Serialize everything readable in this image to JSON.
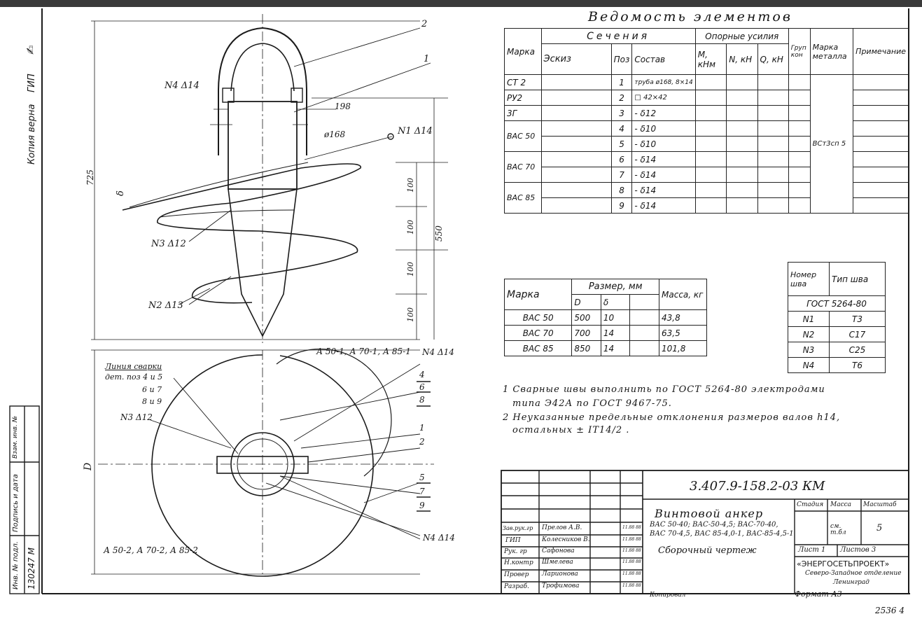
{
  "elements_table": {
    "title": "Ведомость элементов",
    "headers": {
      "mark": "Марка",
      "sections": "Сечения",
      "sketch": "Эскиз",
      "pos": "Поз",
      "composition": "Состав",
      "support_forces": "Опорные усилия",
      "m": "М, кНм",
      "n": "N, кН",
      "q": "Q, кН",
      "group": "Груп",
      "group2": "кон",
      "metal_grade": "Марка металла",
      "note": "Примечание"
    },
    "rows": [
      {
        "mark": "СТ 2",
        "pos": "1",
        "composition": "труба ø168, 8×14"
      },
      {
        "mark": "РУ2",
        "pos": "2",
        "composition": "□ 42×42"
      },
      {
        "mark": "3Г",
        "pos": "3",
        "composition": "- δ12"
      },
      {
        "mark": "ВАС 50",
        "pos": "4",
        "composition": "- δ10"
      },
      {
        "mark": "",
        "pos": "5",
        "composition": "- δ10"
      },
      {
        "mark": "ВАС 70",
        "pos": "6",
        "composition": "- δ14"
      },
      {
        "mark": "",
        "pos": "7",
        "composition": "- δ14"
      },
      {
        "mark": "ВАС 85",
        "pos": "8",
        "composition": "- δ14"
      },
      {
        "mark": "",
        "pos": "9",
        "composition": "- δ14"
      }
    ],
    "metal_grade_value": "ВСт3сп 5"
  },
  "size_table": {
    "headers": {
      "mark": "Марка",
      "size": "Размер, мм",
      "d": "D",
      "delta": "δ",
      "mass": "Масса, кг"
    },
    "rows": [
      {
        "mark": "ВАС 50",
        "d": "500",
        "delta": "10",
        "mass": "43,8"
      },
      {
        "mark": "ВАС 70",
        "d": "700",
        "delta": "14",
        "mass": "63,5"
      },
      {
        "mark": "ВАС 85",
        "d": "850",
        "delta": "14",
        "mass": "101,8"
      }
    ]
  },
  "weld_table": {
    "headers": {
      "num": "Номер шва",
      "type": "Тип шва"
    },
    "standard": "ГОСТ 5264-80",
    "rows": [
      {
        "num": "N1",
        "type": "Т3"
      },
      {
        "num": "N2",
        "type": "С17"
      },
      {
        "num": "N3",
        "type": "С25"
      },
      {
        "num": "N4",
        "type": "Т6"
      }
    ]
  },
  "notes": [
    "1 Сварные швы выполнить по ГОСТ 5264-80 электродами",
    "типа Э42А по ГОСТ 9467-75.",
    "2 Неуказанные предельные отклонения размеров валов h14,",
    "остальных ± IT14/2 ."
  ],
  "title_block": {
    "code": "3.407.9-158.2-03 КМ",
    "name": "Винтовой анкер",
    "variants_1": "ВАС 50-40; ВАС-50-4,5; ВАС-70-40,",
    "variants_2": "ВАС 70-4,5, ВАС 85-4,0-1, ВАС-85-4,5-1",
    "sheet_type": "Сборочный чертеж",
    "stage_h": "Стадия",
    "mass_h": "Масса",
    "scale_h": "Масштаб",
    "mass_v": "см. т.бл",
    "scale_v": "5",
    "sheet": "Лист 1",
    "sheets": "Листов 3",
    "org": "«ЭНЕРГОСЕТЬПРОЕКТ»",
    "org2": "Северо-Западное отделение",
    "city": "Ленинград",
    "roles": [
      {
        "role": "Зав.рук.гр",
        "name": "Прелов А.В.",
        "date": "11.88 88"
      },
      {
        "role": "ГИП",
        "name": "Колесников В.",
        "date": "11.88 88"
      },
      {
        "role": "Рук. гр",
        "name": "Сафонова",
        "date": "11.88 88"
      },
      {
        "role": "Н.контр",
        "name": "Шмелева",
        "date": "11.88 88"
      },
      {
        "role": "Провер",
        "name": "Ларионова",
        "date": "11.88 88"
      },
      {
        "role": "Разраб.",
        "name": "Трофимова",
        "date": "11.88 88"
      }
    ],
    "copied": "Копировал",
    "format": "Формат А3",
    "stamp_no": "2536 4"
  },
  "margin": {
    "copy": "Копия верна",
    "gip": "ГИП",
    "inv_label": "Инв. № подл.",
    "inv_value": "130247 М",
    "sign_date": "Подпись и дата",
    "replace": "Взам. инв. №"
  },
  "drawing": {
    "labels": {
      "pos2": "2",
      "pos1": "1",
      "weld4_top": "N4 Δ14",
      "dim198": "198",
      "dim168": "ø168",
      "weld1": "N1 Δ14",
      "dim725": "725",
      "dim550": "550",
      "dim100a": "100",
      "dim100b": "100",
      "dim100c": "100",
      "dim100d": "100",
      "delta": "δ",
      "weld3": "N3 Δ12",
      "weld2": "N2 Δ13",
      "plan_top_marks": "А 50-1, А 70-1, А 85-1",
      "weld4_plan": "N4 Δ14",
      "weld_line": "Линия сварки",
      "weld_line_2": "дет. поз 4 и 5",
      "weld_line_3": "6 и 7",
      "weld_line_4": "8 и 9",
      "weld3_plan": "N3 Δ12",
      "dim_d": "D",
      "plan_bottom_marks": "А 50-2, А 70-2, А 85-2",
      "weld4_plan_low": "N4 Δ14",
      "p4": "4",
      "p6": "6",
      "p8": "8",
      "p1": "1",
      "p2": "2",
      "p5": "5",
      "p7": "7",
      "p9": "9"
    }
  }
}
